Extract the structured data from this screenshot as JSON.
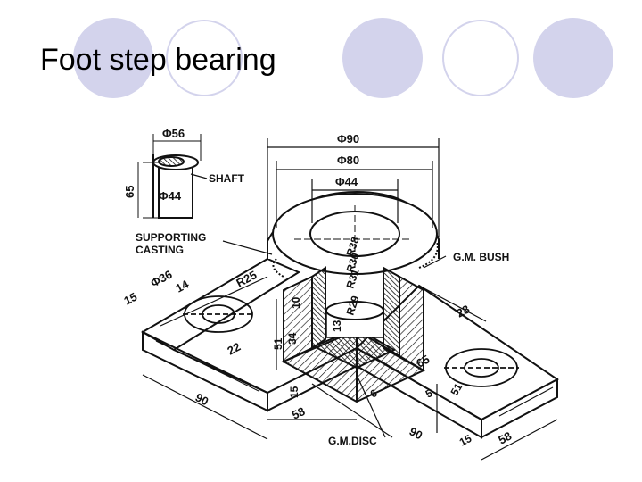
{
  "slide": {
    "title": "Foot step bearing",
    "accent_color": "#d3d3ec"
  },
  "labels": {
    "shaft": "SHAFT",
    "supporting_casting_1": "SUPPORTING",
    "supporting_casting_2": "CASTING",
    "gm_bush": "G.M. BUSH",
    "gm_disc": "G.M.DISC"
  },
  "dims": {
    "d56": "Φ56",
    "d44_shaft": "Φ44",
    "h65_shaft": "65",
    "d90": "Φ90",
    "d80": "Φ80",
    "d44": "Φ44",
    "d36": "Φ36",
    "w14": "14",
    "r25": "R25",
    "w15_left": "15",
    "l22": "22",
    "l90_left": "90",
    "l58_front": "58",
    "r38": "R38",
    "r30": "R30",
    "r31": "R31",
    "r29": "R29",
    "v10": "10",
    "v13": "13",
    "v34": "34",
    "v51": "51",
    "v15_bottom": "15",
    "v6": "6",
    "l90_right": "90",
    "w28": "28",
    "v65": "65",
    "v51_right": "51",
    "v15_right": "15",
    "l58_right": "58",
    "v5": "5"
  }
}
